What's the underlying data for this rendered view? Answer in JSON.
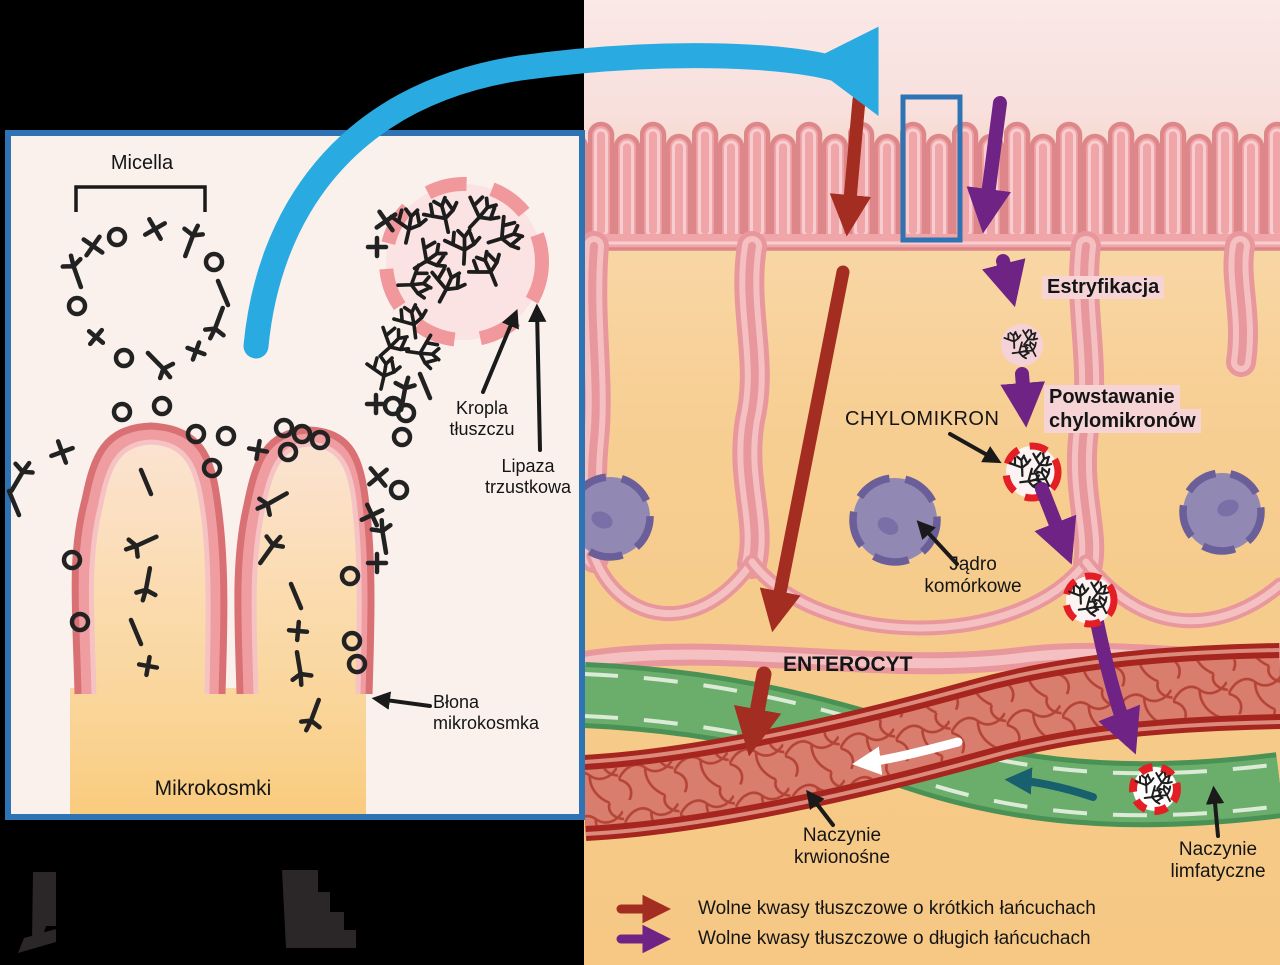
{
  "inset": {
    "micella_label": "Micella",
    "fat_droplet_label_line1": "Kropla",
    "fat_droplet_label_line2": "tłuszczu",
    "lipase_label_line1": "Lipaza",
    "lipase_label_line2": "trzustkowa",
    "membrane_label_line1": "Błona",
    "membrane_label_line2": "mikrokosmka",
    "microvilli_label": "Mikrokosmki"
  },
  "panel": {
    "esterification_label": "Estryfikacja",
    "chylomicron_formation_line1": "Powstawanie",
    "chylomicron_formation_line2": "chylomikronów",
    "chylomicron_label": "CHYLOMIKRON",
    "nucleus_label_line1": "Jądro",
    "nucleus_label_line2": "komórkowe",
    "enterocyte_label": "ENTEROCYT",
    "blood_vessel_label_line1": "Naczynie",
    "blood_vessel_label_line2": "krwionośne",
    "lymph_vessel_label_line1": "Naczynie",
    "lymph_vessel_label_line2": "limfatyczne"
  },
  "legend": {
    "items": [
      {
        "color": "#A42D21",
        "label": "Wolne kwasy tłuszczowe o krótkich łańcuchach"
      },
      {
        "color": "#6F2385",
        "label": "Wolne kwasy tłuszczowe o długich łańcuchach"
      }
    ]
  },
  "colors": {
    "short_chain_arrow": "#A42D21",
    "long_chain_arrow": "#6F2385",
    "magnifier_arrow": "#29ABE2",
    "zoom_box": "#2E74B4",
    "lymph_green": "#6BAE6C",
    "blood_red": "#A6261F",
    "nucleus_purple": "#9189B4",
    "highlight_pink": "#F6D4D6"
  }
}
